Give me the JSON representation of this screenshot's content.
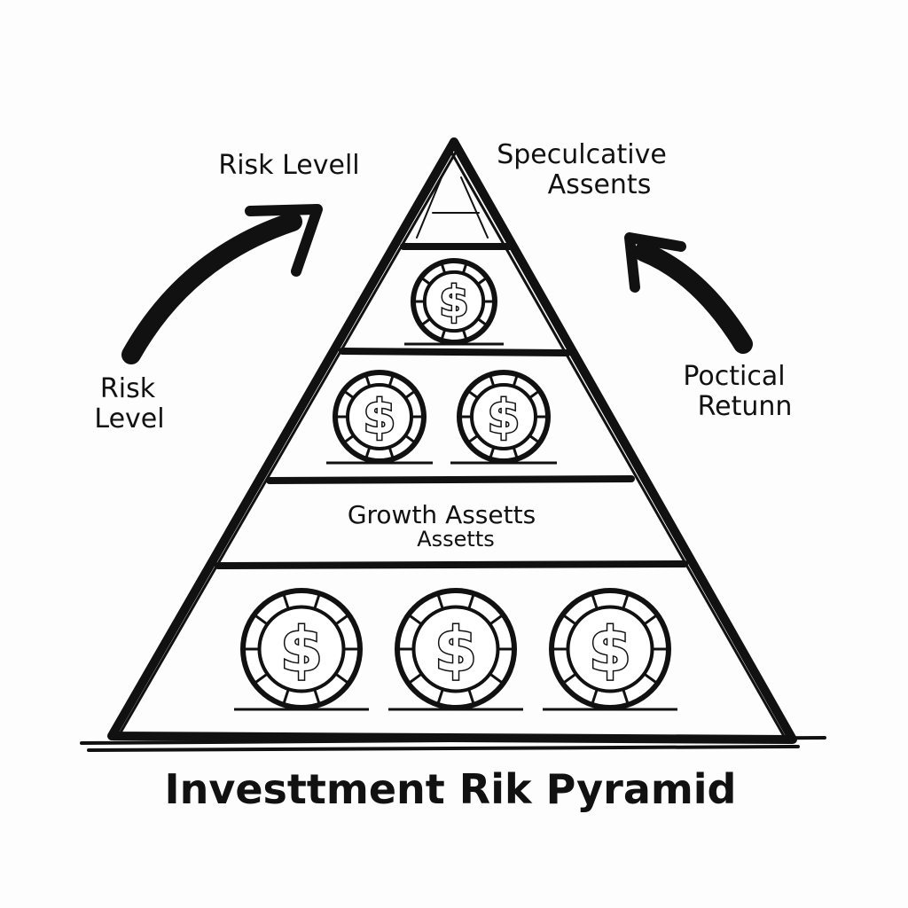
{
  "diagram": {
    "title": "Investtment Rik Pyramid",
    "top_left_label": "Risk Levell",
    "top_right_label": [
      "Speculcative",
      "Assents"
    ],
    "left_label": [
      "Risk",
      "Level"
    ],
    "right_label": [
      "Poctical",
      "Retunn"
    ],
    "middle_tier_label": [
      "Growth Assetts",
      "Assetts"
    ],
    "coin_symbol": "$",
    "tiers": [
      {
        "name": "apex",
        "coins": 0
      },
      {
        "name": "speculative",
        "coins": 1
      },
      {
        "name": "growth",
        "coins": 2
      },
      {
        "name": "label-band",
        "coins": 0
      },
      {
        "name": "base",
        "coins": 3
      }
    ]
  },
  "colors": {
    "ink": "#111111",
    "paper": "#fdfdfd"
  }
}
